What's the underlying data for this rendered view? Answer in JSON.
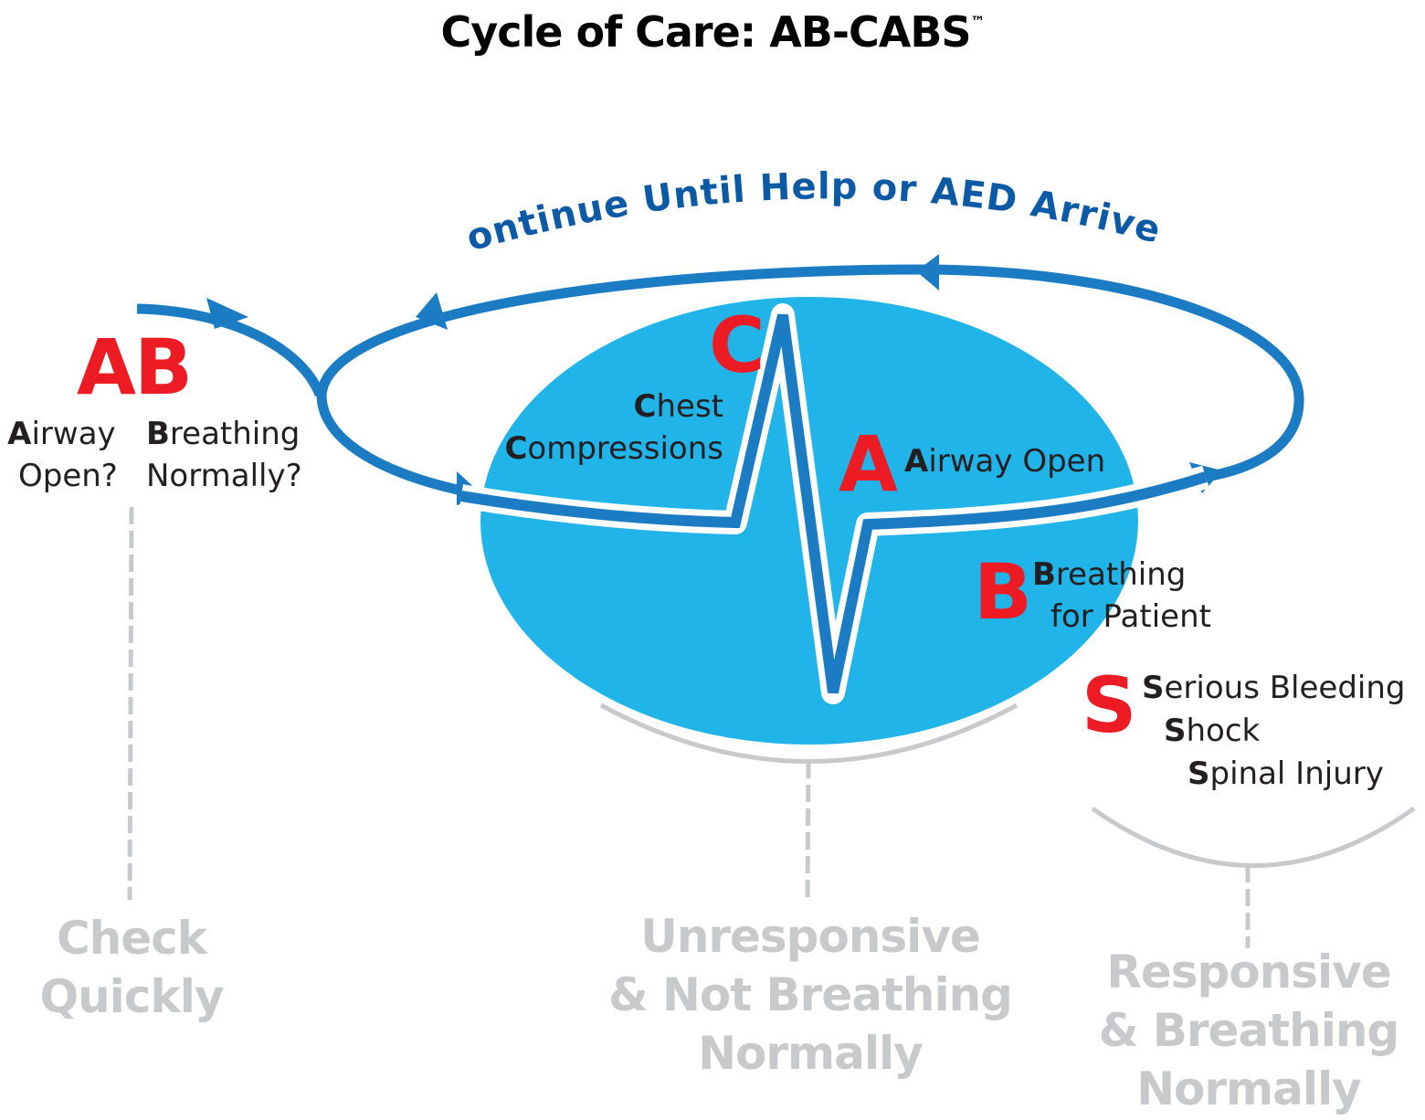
{
  "title": {
    "text": "Cycle of Care: AB-CABS",
    "trademark": "™"
  },
  "loop_caption": "Continue Until Help or AED Arrives",
  "check": {
    "letters": "AB",
    "airway": {
      "initial": "A",
      "line1_rest": "irway",
      "line2": "Open?"
    },
    "breathing": {
      "initial": "B",
      "line1_rest": "reathing",
      "line2": "Normally?"
    },
    "footer": {
      "line1": "Check",
      "line2": "Quickly"
    }
  },
  "cycle": {
    "c": {
      "letter": "C",
      "line1_initial": "C",
      "line1_rest": "hest",
      "line2_initial": "C",
      "line2_rest": "ompressions"
    },
    "a": {
      "letter": "A",
      "initial": "A",
      "rest": "irway Open"
    },
    "b": {
      "letter": "B",
      "line1_initial": "B",
      "line1_rest": "reathing",
      "line2": "for Patient"
    },
    "footer": {
      "line1": "Unresponsive",
      "line2": "& Not Breathing",
      "line3": "Normally"
    }
  },
  "s_section": {
    "letter": "S",
    "items": [
      {
        "initial": "S",
        "rest": "erious Bleeding"
      },
      {
        "initial": "S",
        "rest": "hock"
      },
      {
        "initial": "S",
        "rest": "pinal Injury"
      }
    ],
    "footer": {
      "line1": "Responsive",
      "line2": "& Breathing",
      "line3": "Normally"
    }
  },
  "colors": {
    "accent_red": "#ed1c24",
    "loop_blue": "#1b7cc3",
    "caption_blue": "#0c5aa6",
    "ellipse_fill": "#21b4e8",
    "muted_gray": "#c8c9cb",
    "text_dark": "#231f20"
  }
}
